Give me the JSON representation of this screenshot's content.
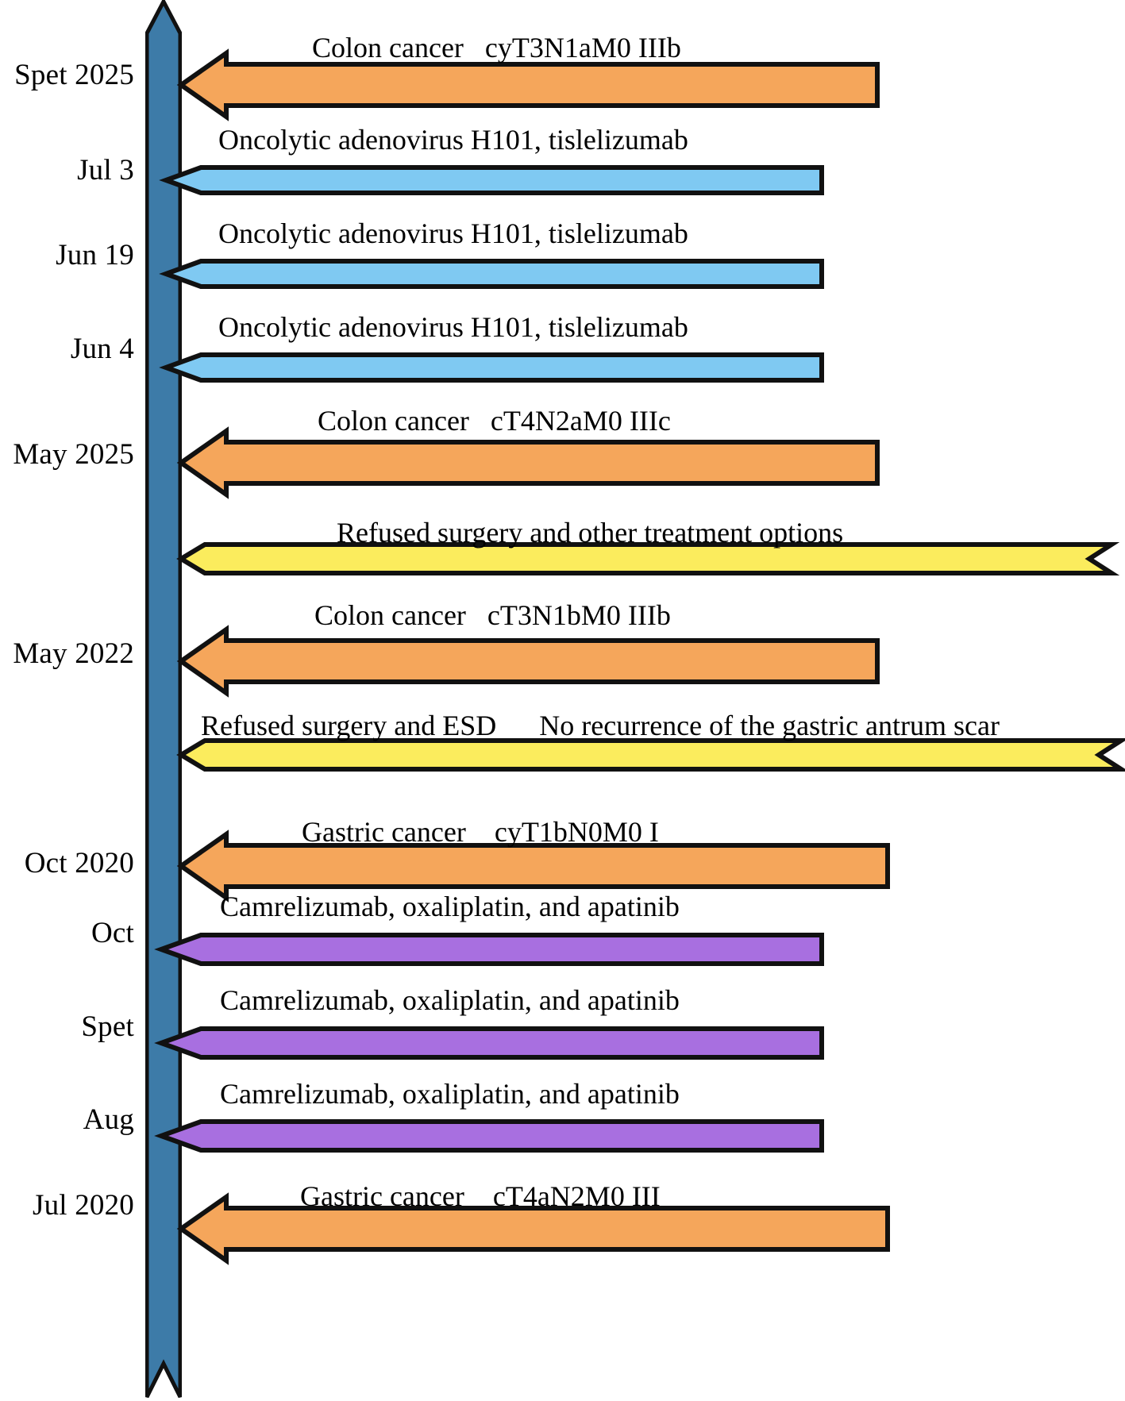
{
  "figure": {
    "type": "clinical-timeline",
    "orientation": "vertical",
    "colors": {
      "spine": "#3d7ba8",
      "diagnosis_arrow": "#f5a65b",
      "oncolytic_arrow": "#7fc9f2",
      "refusal_arrow": "#fbec5d",
      "chemo_arrow": "#a86fe0",
      "outline": "#111111"
    }
  },
  "dates": [
    {
      "id": "spet-2025",
      "label": "Spet 2025"
    },
    {
      "id": "jul-3",
      "label": "Jul 3"
    },
    {
      "id": "jun-19",
      "label": "Jun 19"
    },
    {
      "id": "jun-4",
      "label": "Jun 4"
    },
    {
      "id": "may-2025",
      "label": "May 2025"
    },
    {
      "id": "may-2022",
      "label": "May 2022"
    },
    {
      "id": "oct-2020",
      "label": "Oct 2020"
    },
    {
      "id": "oct",
      "label": "Oct"
    },
    {
      "id": "spet",
      "label": "Spet"
    },
    {
      "id": "aug",
      "label": "Aug"
    },
    {
      "id": "jul-2020",
      "label": "Jul 2020"
    }
  ],
  "events": [
    {
      "id": "e1",
      "date": "Spet 2025",
      "kind": "diagnosis",
      "text": "Colon cancer   cyT3N1aM0 IIIb"
    },
    {
      "id": "e2",
      "date": "Jul 3",
      "kind": "oncolytic",
      "text": "Oncolytic adenovirus H101, tislelizumab"
    },
    {
      "id": "e3",
      "date": "Jun 19",
      "kind": "oncolytic",
      "text": "Oncolytic adenovirus H101, tislelizumab"
    },
    {
      "id": "e4",
      "date": "Jun 4",
      "kind": "oncolytic",
      "text": "Oncolytic adenovirus H101, tislelizumab"
    },
    {
      "id": "e5",
      "date": "May 2025",
      "kind": "diagnosis",
      "text": "Colon cancer   cT4N2aM0 IIIc"
    },
    {
      "id": "e6",
      "date": "",
      "kind": "refusal",
      "text": "Refused surgery and other treatment options"
    },
    {
      "id": "e7",
      "date": "May 2022",
      "kind": "diagnosis",
      "text": "Colon cancer   cT3N1bM0 IIIb"
    },
    {
      "id": "e8",
      "date": "",
      "kind": "refusal",
      "text": "Refused surgery and ESD      No recurrence of the gastric antrum scar"
    },
    {
      "id": "e9",
      "date": "Oct 2020",
      "kind": "diagnosis",
      "text": "Gastric cancer    cyT1bN0M0 I"
    },
    {
      "id": "e10",
      "date": "Oct",
      "kind": "chemo",
      "text": "Camrelizumab, oxaliplatin, and apatinib"
    },
    {
      "id": "e11",
      "date": "Spet",
      "kind": "chemo",
      "text": "Camrelizumab, oxaliplatin, and apatinib"
    },
    {
      "id": "e12",
      "date": "Aug",
      "kind": "chemo",
      "text": "Camrelizumab, oxaliplatin, and apatinib"
    },
    {
      "id": "e13",
      "date": "Jul 2020",
      "kind": "diagnosis",
      "text": "Gastric cancer    cT4aN2M0 III"
    }
  ]
}
